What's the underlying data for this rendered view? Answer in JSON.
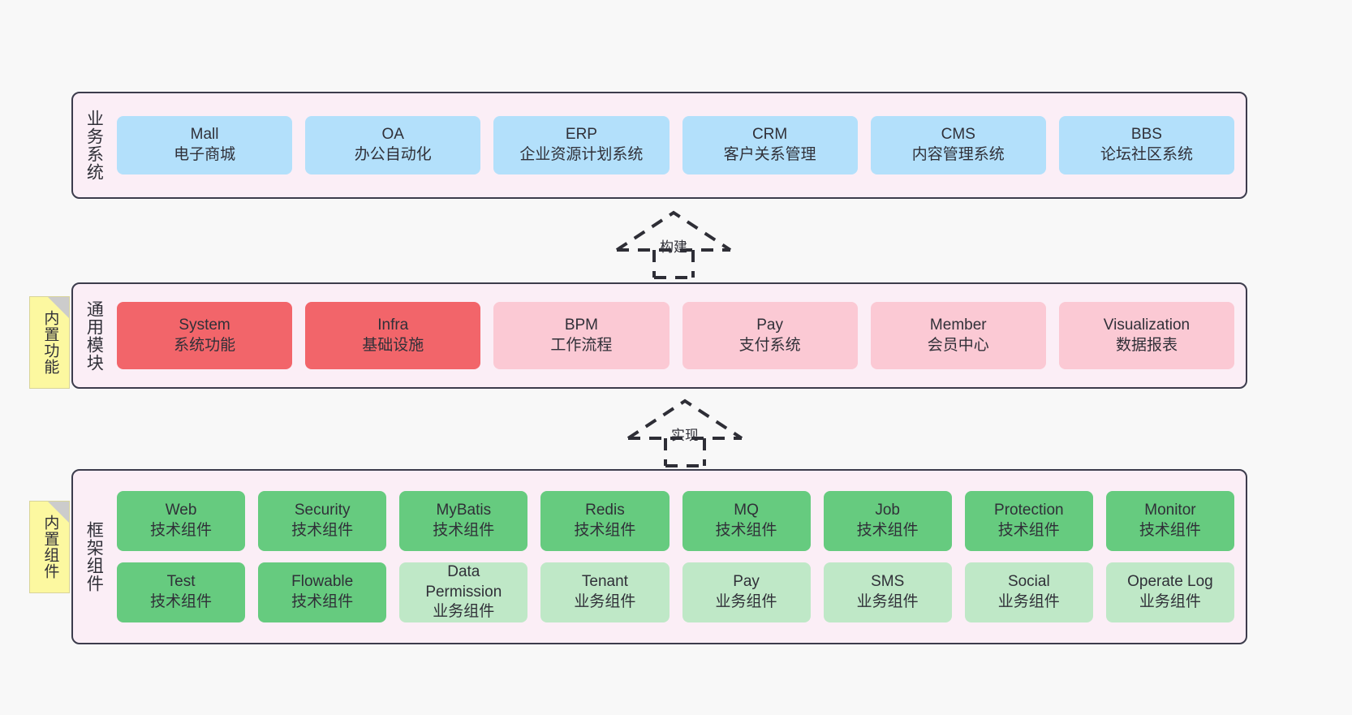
{
  "diagram": {
    "background_color": "#f8f8f8",
    "layer_fill": "#fbeef6",
    "layer_border": "#3c3c4c",
    "palette": {
      "business_blue": "#b3e0fb",
      "core_red": "#f2656a",
      "module_pink": "#fbc9d4",
      "tech_green": "#66cb7f",
      "biz_green": "#bfe8c7",
      "note_yellow": "#fcf8a0"
    }
  },
  "layers": {
    "business": {
      "title": "业务系统",
      "cards": [
        {
          "name": "Mall",
          "desc": "电子商城"
        },
        {
          "name": "OA",
          "desc": "办公自动化"
        },
        {
          "name": "ERP",
          "desc": "企业资源计划系统"
        },
        {
          "name": "CRM",
          "desc": "客户关系管理"
        },
        {
          "name": "CMS",
          "desc": "内容管理系统"
        },
        {
          "name": "BBS",
          "desc": "论坛社区系统"
        }
      ]
    },
    "common": {
      "title": "通用模块",
      "note": "内置功能",
      "cards": [
        {
          "name": "System",
          "desc": "系统功能",
          "tone": "red"
        },
        {
          "name": "Infra",
          "desc": "基础设施",
          "tone": "red"
        },
        {
          "name": "BPM",
          "desc": "工作流程",
          "tone": "pink"
        },
        {
          "name": "Pay",
          "desc": "支付系统",
          "tone": "pink"
        },
        {
          "name": "Member",
          "desc": "会员中心",
          "tone": "pink"
        },
        {
          "name": "Visualization",
          "desc": "数据报表",
          "tone": "pink"
        }
      ]
    },
    "framework": {
      "title": "框架组件",
      "note": "内置组件",
      "row1": [
        {
          "name": "Web",
          "desc": "技术组件",
          "tone": "green"
        },
        {
          "name": "Security",
          "desc": "技术组件",
          "tone": "green"
        },
        {
          "name": "MyBatis",
          "desc": "技术组件",
          "tone": "green"
        },
        {
          "name": "Redis",
          "desc": "技术组件",
          "tone": "green"
        },
        {
          "name": "MQ",
          "desc": "技术组件",
          "tone": "green"
        },
        {
          "name": "Job",
          "desc": "技术组件",
          "tone": "green"
        },
        {
          "name": "Protection",
          "desc": "技术组件",
          "tone": "green"
        },
        {
          "name": "Monitor",
          "desc": "技术组件",
          "tone": "green"
        }
      ],
      "row2": [
        {
          "name": "Test",
          "name2": "",
          "desc": "技术组件",
          "tone": "green"
        },
        {
          "name": "Flowable",
          "name2": "",
          "desc": "技术组件",
          "tone": "green"
        },
        {
          "name": "Data",
          "name2": "Permission",
          "desc": "业务组件",
          "tone": "greenlight"
        },
        {
          "name": "Tenant",
          "name2": "",
          "desc": "业务组件",
          "tone": "greenlight"
        },
        {
          "name": "Pay",
          "name2": "",
          "desc": "业务组件",
          "tone": "greenlight"
        },
        {
          "name": "SMS",
          "name2": "",
          "desc": "业务组件",
          "tone": "greenlight"
        },
        {
          "name": "Social",
          "name2": "",
          "desc": "业务组件",
          "tone": "greenlight"
        },
        {
          "name": "Operate Log",
          "name2": "",
          "desc": "业务组件",
          "tone": "greenlight"
        }
      ]
    }
  },
  "connectors": [
    {
      "id": "build",
      "label": "构建",
      "direction": "up",
      "style": "dashed-hollow-triangle"
    },
    {
      "id": "implement",
      "label": "实现",
      "direction": "up",
      "style": "dashed-hollow-triangle"
    }
  ]
}
